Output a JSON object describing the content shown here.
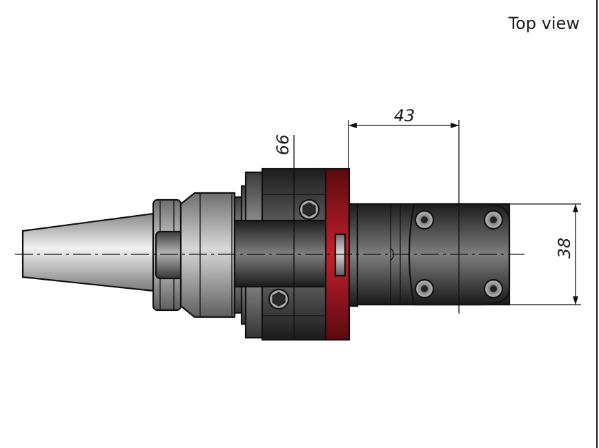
{
  "view": {
    "title": "Top view"
  },
  "dimensions": {
    "d1": {
      "value": "43"
    },
    "d2": {
      "value": "66"
    },
    "d3": {
      "value": "38"
    }
  },
  "colors": {
    "outline": "#111111",
    "flange_red": "#b01822",
    "body_dark": "#2a2a2a",
    "body_mid": "#5a5a5a",
    "taper_light": "#e6e6e6"
  }
}
